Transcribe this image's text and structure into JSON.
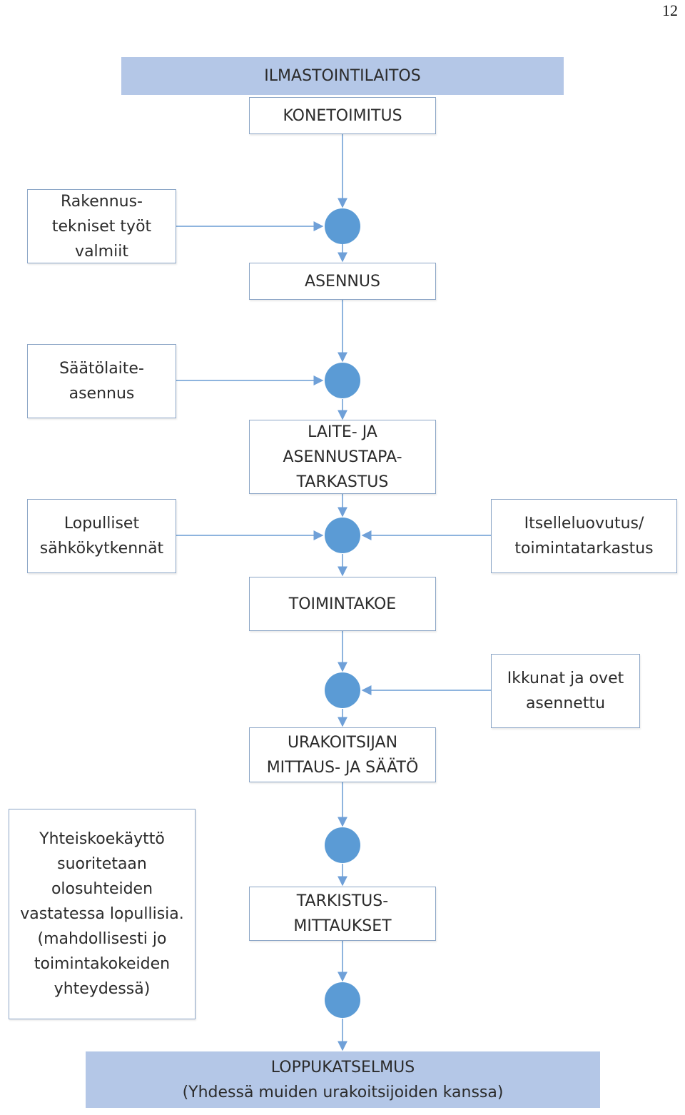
{
  "page_number": "12",
  "header": "ILMASTOINTILAITOS",
  "steps": {
    "konetoimitus": "KONETOIMITUS",
    "asennus": "ASENNUS",
    "tarkastus": "LAITE- JA\nASENNUSTAPA-\nTARKASTUS",
    "toimintakoe": "TOIMINTAKOE",
    "mittaus": "URAKOITSIJAN\nMITTAUS- JA SÄÄTÖ",
    "tarkistusmittaukset": "TARKISTUS-\nMITTAUKSET"
  },
  "inputs": {
    "rakennustekniset": "Rakennus-\ntekniset työt\nvalmiit",
    "saatolaite": "Säätölaite-\nasennus",
    "sahkokytkennat": "Lopulliset\nsähkökytkennät",
    "itselleluovutus": "Itselleluovutus/\ntoimintatarkastus",
    "ikkunat": "Ikkunat ja ovet\nasennettu",
    "yhteiskoekaytto": "Yhteiskoekäyttö\nsuoritetaan\nolosuhteiden\nvastatessa lopullisia.\n(mahdollisesti jo\ntoimintakokeiden\nyhteydessä)"
  },
  "footer": "LOPPUKATSELMUS\n(Yhdessä muiden urakoitsijoiden kanssa)",
  "colors": {
    "band": "#b4c7e7",
    "node": "#5b9bd5",
    "connector": "#8eb4de",
    "box_border": "#8ba5c6"
  }
}
